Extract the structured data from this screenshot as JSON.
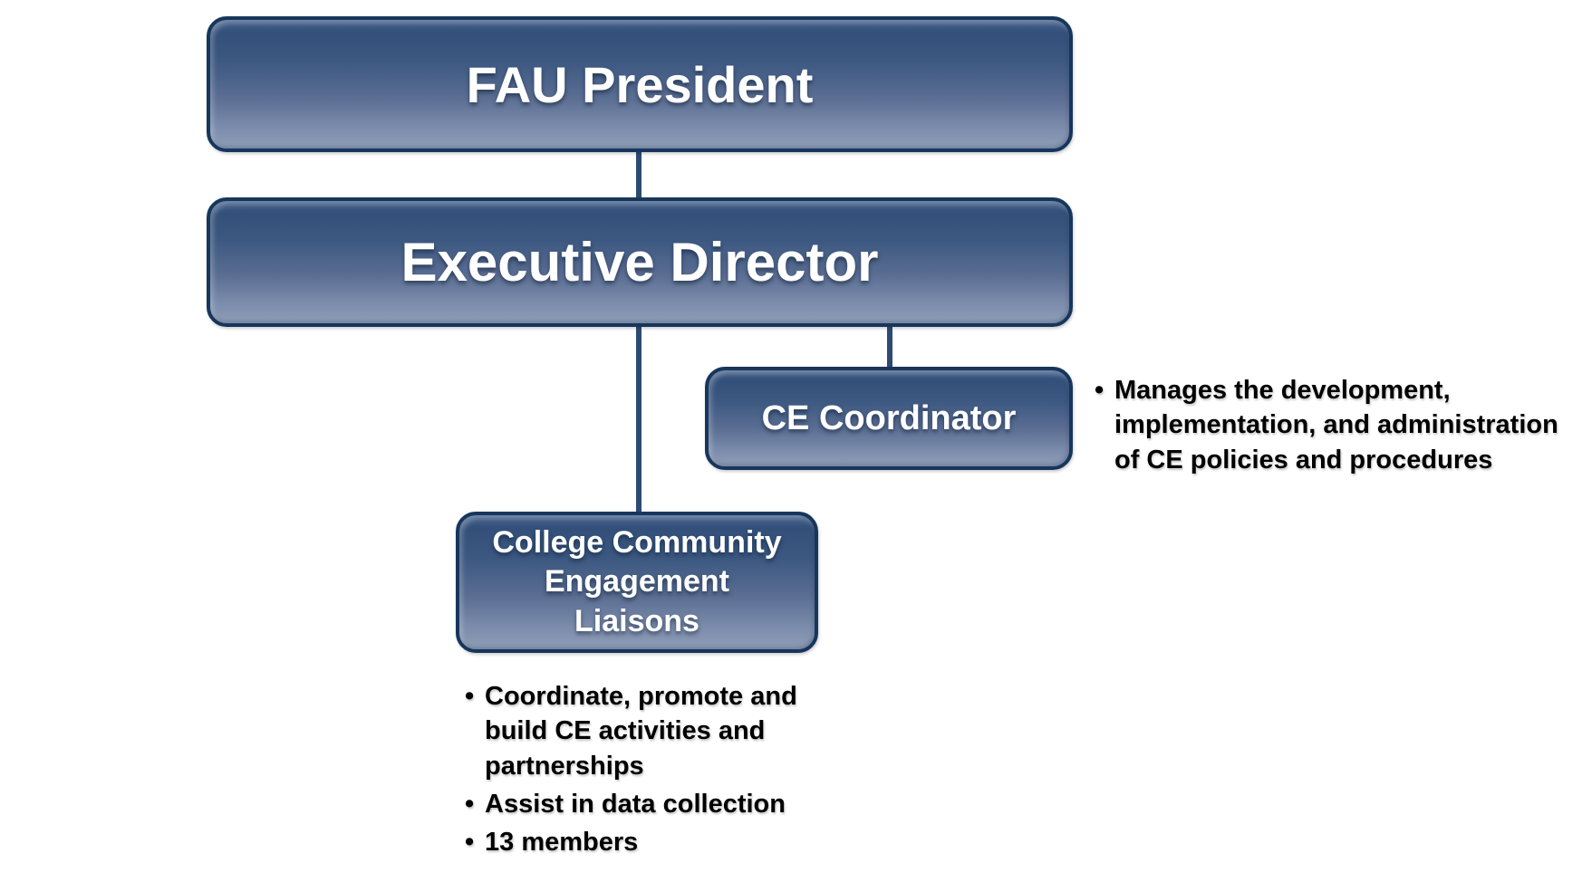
{
  "diagram": {
    "type": "org-chart",
    "bullet_char": "•",
    "nodes": [
      {
        "id": "fau-president",
        "label": "FAU President"
      },
      {
        "id": "executive-director",
        "label": "Executive Director"
      },
      {
        "id": "ce-coordinator",
        "label": "CE Coordinator"
      },
      {
        "id": "college-community-engagement-liaisons",
        "label": "College Community\nEngagement\nLiaisons"
      }
    ],
    "edges": [
      {
        "from": "fau-president",
        "to": "executive-director"
      },
      {
        "from": "executive-director",
        "to": "college-community-engagement-liaisons"
      },
      {
        "from": "executive-director",
        "to": "ce-coordinator"
      }
    ],
    "notes": {
      "ce_coordinator": [
        "Manages the development,\nimplementation, and administration\nof CE policies and procedures"
      ],
      "college_liaisons": [
        "Coordinate, promote and\nbuild CE activities and\npartnerships",
        "Assist in data collection",
        "13 members"
      ]
    },
    "colors": {
      "box_border": "#17365c",
      "box_gradient_top": "#33507a",
      "box_gradient_bottom": "#8f9db6",
      "connector": "#2d4b72",
      "box_text": "#ffffff",
      "note_text": "#000000",
      "background": "#ffffff"
    }
  }
}
